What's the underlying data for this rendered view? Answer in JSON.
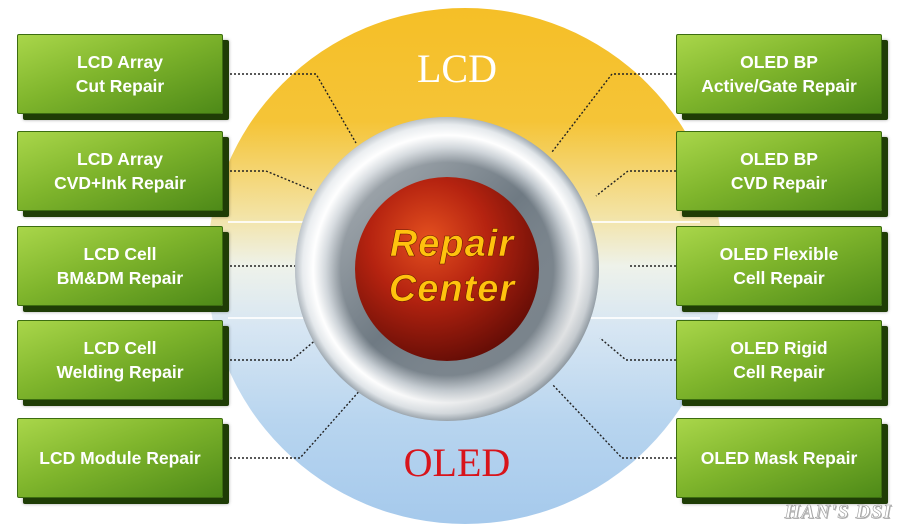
{
  "diagram": {
    "top_label": "LCD",
    "bottom_label": "OLED",
    "center_line1": "Repair",
    "center_line2": "Center",
    "watermark": "HAN'S DSI",
    "colors": {
      "lcd": "#f5c02a",
      "oled": "#a9ccec",
      "core": "#b8220e",
      "center_text": "#ffc20e",
      "box": "#7fb52c",
      "oled_label": "#d8141b"
    }
  },
  "left_boxes": [
    {
      "lines": [
        "LCD Array",
        "Cut Repair"
      ]
    },
    {
      "lines": [
        "LCD Array",
        "CVD+Ink Repair"
      ]
    },
    {
      "lines": [
        "LCD Cell",
        "BM&DM Repair"
      ]
    },
    {
      "lines": [
        "LCD Cell",
        "Welding Repair"
      ]
    },
    {
      "lines": [
        "LCD Module Repair"
      ]
    }
  ],
  "right_boxes": [
    {
      "lines": [
        "OLED BP",
        "Active/Gate Repair"
      ]
    },
    {
      "lines": [
        "OLED BP",
        "CVD Repair"
      ]
    },
    {
      "lines": [
        "OLED Flexible",
        "Cell Repair"
      ]
    },
    {
      "lines": [
        "OLED Rigid",
        "Cell Repair"
      ]
    },
    {
      "lines": [
        "OLED Mask Repair"
      ]
    }
  ]
}
